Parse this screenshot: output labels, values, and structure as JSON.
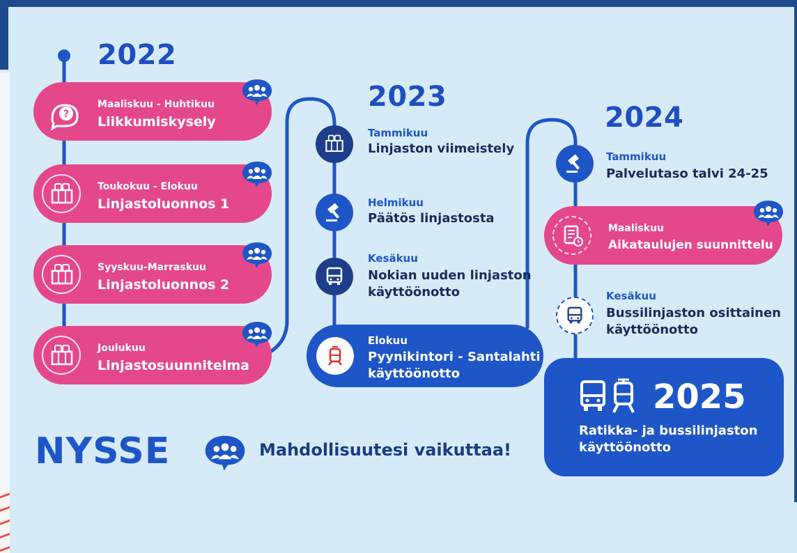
{
  "years": {
    "y2022": "2022",
    "y2023": "2023",
    "y2024": "2024",
    "y2025": "2025"
  },
  "milestones_2022": [
    {
      "sub": "Maaliskuu - Huhtikuu",
      "main": "Liikkumiskysely",
      "icon": "question-bubble-icon"
    },
    {
      "sub": "Toukokuu - Elokuu",
      "main": "Linjastoluonnos 1",
      "icon": "route-map-icon"
    },
    {
      "sub": "Syyskuu-Marraskuu",
      "main": "Linjastoluonnos 2",
      "icon": "route-map-icon"
    },
    {
      "sub": "Joulukuu",
      "main": "Linjastosuunnitelma",
      "icon": "route-map-icon"
    }
  ],
  "milestones_2023": [
    {
      "sub": "Tammikuu",
      "main": "Linjaston viimeistely",
      "icon": "route-map-icon"
    },
    {
      "sub": "Helmikuu",
      "main": "Päätös linjastosta",
      "icon": "gavel-icon"
    },
    {
      "sub": "Kesäkuu",
      "main_line1": "Nokian uuden linjaston",
      "main_line2": "käyttöönotto",
      "icon": "bus-icon"
    },
    {
      "sub": "Elokuu",
      "main_line1": "Pyynikintori - Santalahti",
      "main_line2": "käyttöönotto",
      "icon": "tram-icon"
    }
  ],
  "milestones_2024": [
    {
      "sub": "Tammikuu",
      "main": "Palvelutaso talvi 24-25",
      "icon": "gavel-icon"
    },
    {
      "sub": "Maaliskuu",
      "main": "Aikataulujen suunnittelu",
      "icon": "schedule-document-icon"
    },
    {
      "sub": "Kesäkuu",
      "main_line1": "Bussilinjaston osittainen",
      "main_line2": "käyttöönotto",
      "icon": "bus-icon"
    }
  ],
  "final": {
    "line1": "Ratikka- ja bussilinjaston",
    "line2": "käyttöönotto"
  },
  "footer": {
    "logo": "NYSSE",
    "slogan": "Mahdollisuutesi vaikuttaa!"
  },
  "colors": {
    "background": "#d6ebf7",
    "pink": "#e5488a",
    "blue": "#1e56c8",
    "navy": "#1d3e8c",
    "text_dark": "#1a2c5a"
  }
}
